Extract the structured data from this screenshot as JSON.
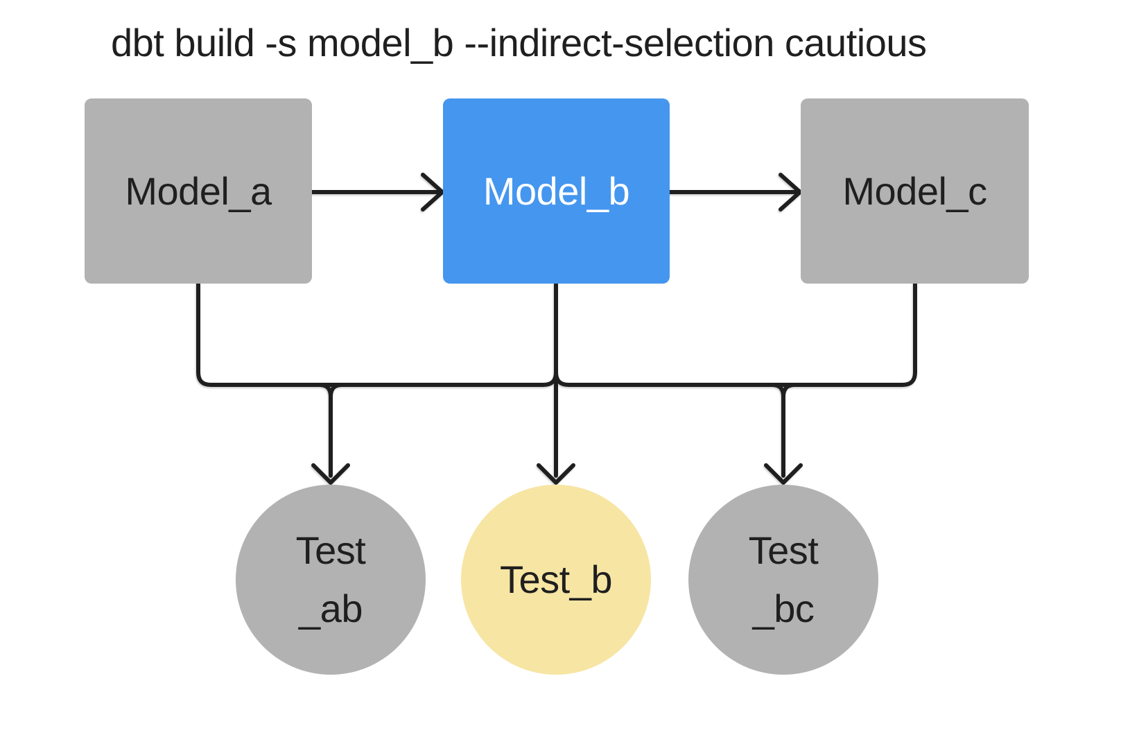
{
  "title": "dbt build -s model_b --indirect-selection cautious",
  "colors": {
    "node_gray": "#B2B2B2",
    "node_blue": "#4596EF",
    "node_yellow": "#F7E5A4",
    "line": "#1F1F1F",
    "text_dark": "#1F1F1F",
    "text_light": "#FFFFFF",
    "background": "#FFFFFF"
  },
  "models": [
    {
      "id": "model_a",
      "label": "Model_a",
      "state": "not-selected"
    },
    {
      "id": "model_b",
      "label": "Model_b",
      "state": "selected"
    },
    {
      "id": "model_c",
      "label": "Model_c",
      "state": "not-selected"
    }
  ],
  "tests": [
    {
      "id": "test_ab",
      "label_line1": "Test",
      "label_line2": "_ab",
      "state": "not-selected"
    },
    {
      "id": "test_b",
      "label": "Test_b",
      "state": "included-by-cautious-selection"
    },
    {
      "id": "test_bc",
      "label_line1": "Test",
      "label_line2": "_bc",
      "state": "not-selected"
    }
  ],
  "edges": [
    {
      "from": "model_a",
      "to": "model_b"
    },
    {
      "from": "model_b",
      "to": "model_c"
    },
    {
      "from": "model_a",
      "to": "test_ab"
    },
    {
      "from": "model_b",
      "to": "test_ab"
    },
    {
      "from": "model_b",
      "to": "test_b"
    },
    {
      "from": "model_b",
      "to": "test_bc"
    },
    {
      "from": "model_c",
      "to": "test_bc"
    }
  ]
}
